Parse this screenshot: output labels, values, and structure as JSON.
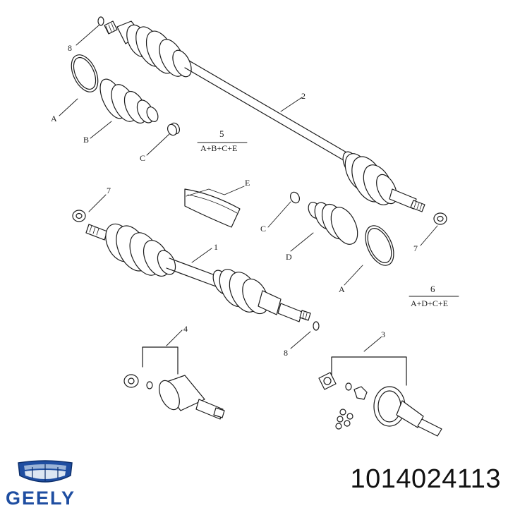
{
  "callouts": {
    "p1": "1",
    "p2": "2",
    "p3": "3",
    "p4": "4",
    "p7_left": "7",
    "p7_right": "7",
    "p8_top": "8",
    "p8_bottom": "8",
    "A_top": "A",
    "B_top": "B",
    "C_top": "C",
    "E": "E",
    "C_right": "C",
    "D_right": "D",
    "A_right": "A"
  },
  "kits": {
    "kit5_number": "5",
    "kit5_formula": "A+B+C+E",
    "kit6_number": "6",
    "kit6_formula": "A+D+C+E"
  },
  "brand": {
    "name": "GEELY",
    "logo_icon": "geely-emblem-icon",
    "color": "#1f4ea1"
  },
  "part_number": "1014024113"
}
